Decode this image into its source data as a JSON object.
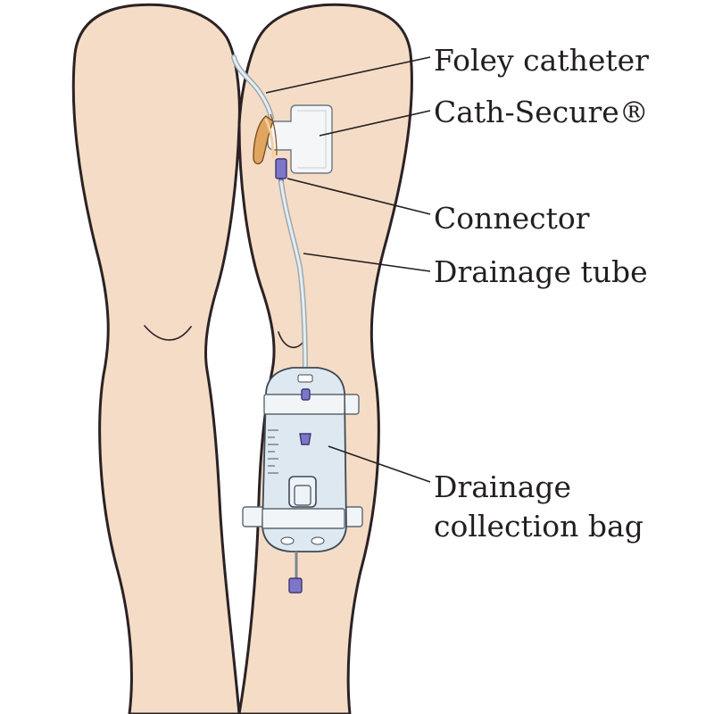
{
  "labels": {
    "foley_catheter": "Foley catheter",
    "cath_secure": "Cath-Secure®",
    "connector": "Connector",
    "drainage_tube": "Drainage tube",
    "collection_bag_line1": "Drainage",
    "collection_bag_line2": "collection bag"
  },
  "colors": {
    "skin": "#f5dcc6",
    "outline": "#2a2224",
    "connector_purple": "#7e76c9",
    "catheter_orange": "#e0a560",
    "bag_blue": "#dde8f1",
    "label_text": "#231f20"
  }
}
